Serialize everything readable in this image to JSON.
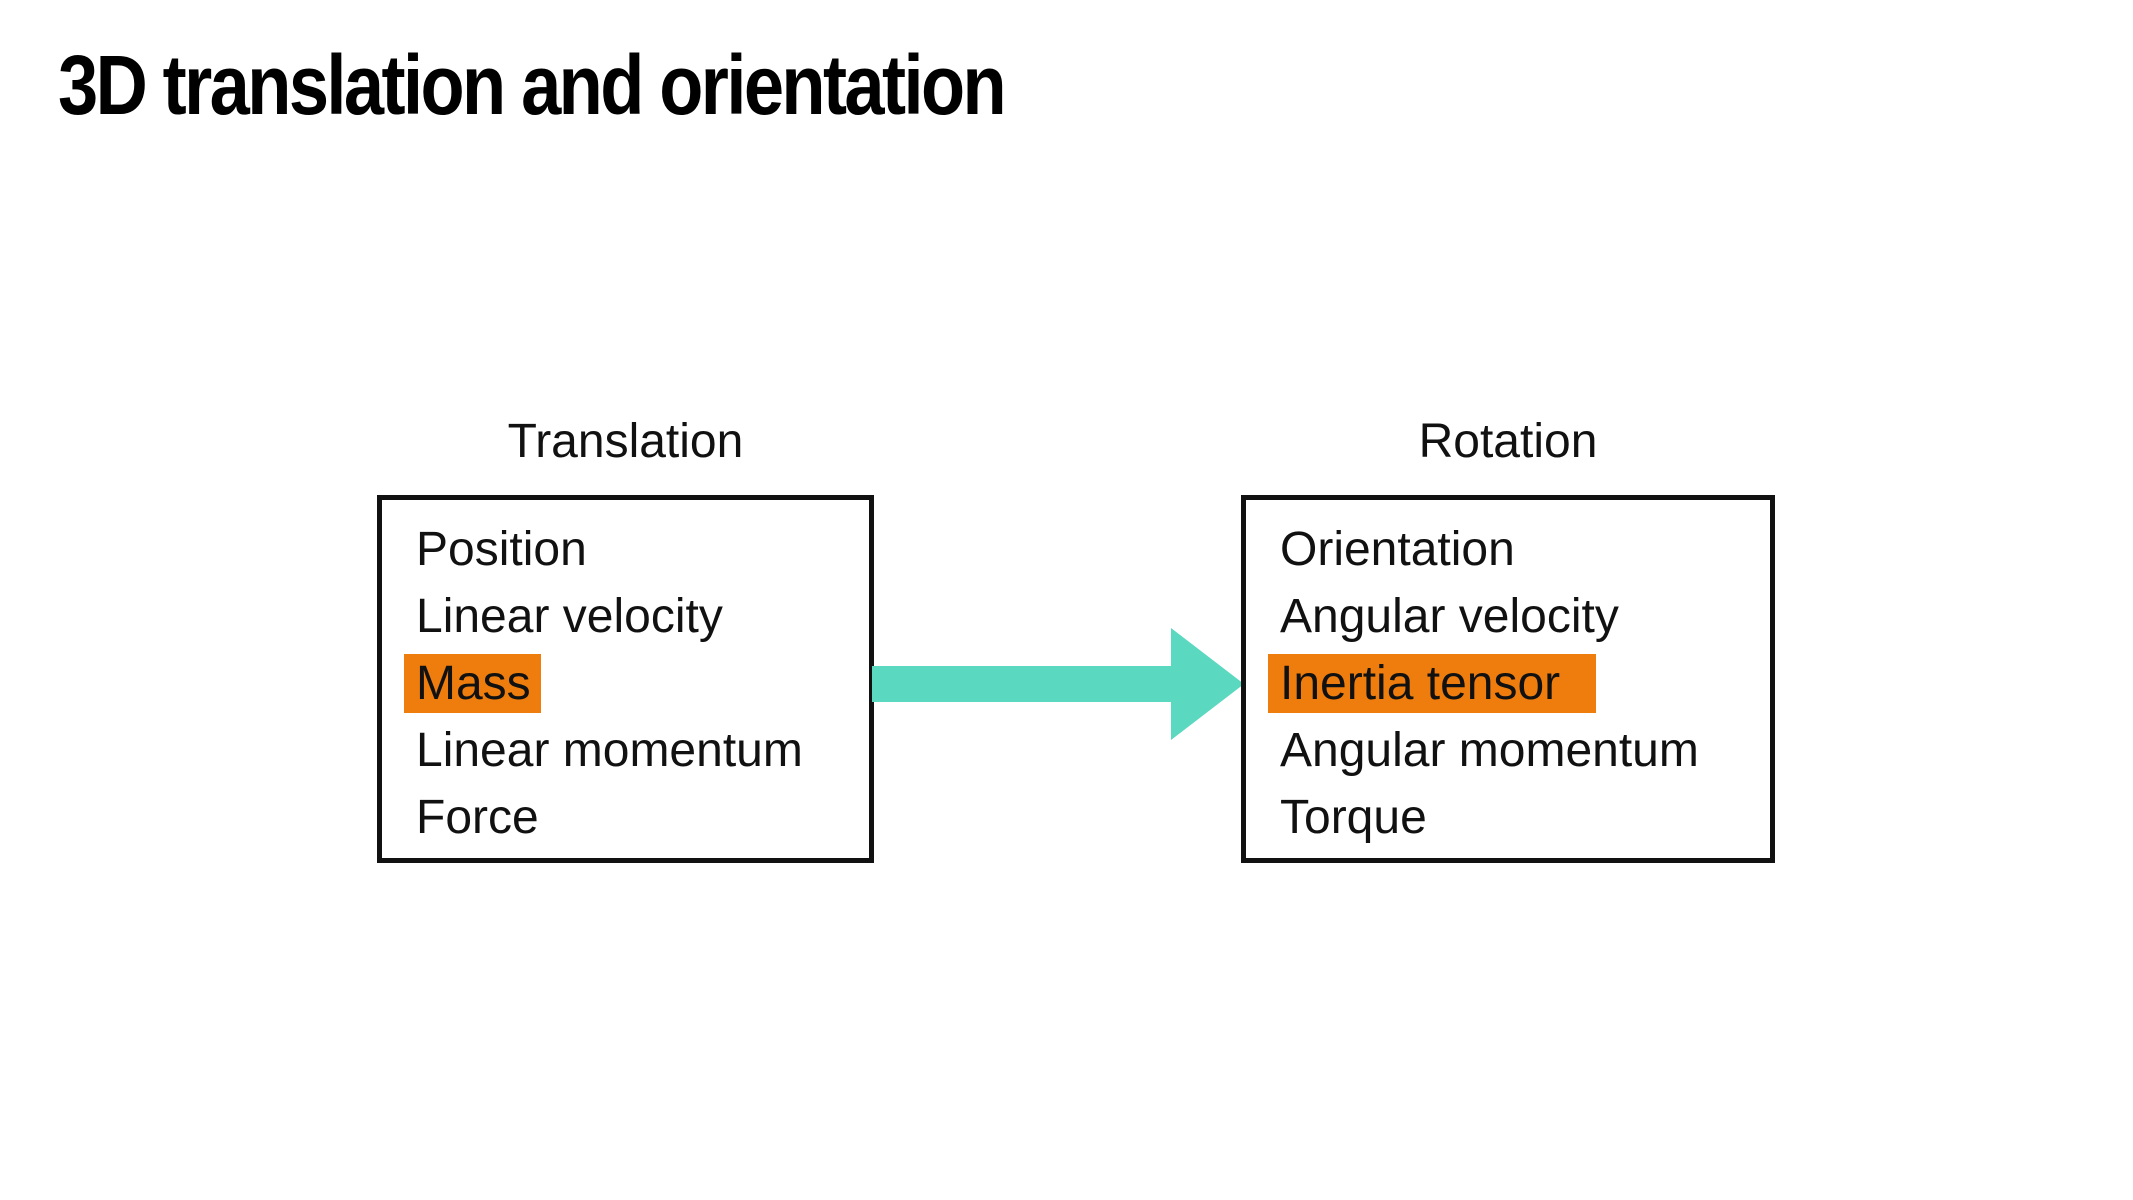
{
  "slide": {
    "title": "3D translation and orientation"
  },
  "translation": {
    "heading": "Translation",
    "items": [
      {
        "label": "Position",
        "highlighted": false
      },
      {
        "label": "Linear velocity",
        "highlighted": false
      },
      {
        "label": "Mass",
        "highlighted": true
      },
      {
        "label": "Linear momentum",
        "highlighted": false
      },
      {
        "label": "Force",
        "highlighted": false
      }
    ]
  },
  "rotation": {
    "heading": "Rotation",
    "items": [
      {
        "label": "Orientation",
        "highlighted": false
      },
      {
        "label": "Angular velocity",
        "highlighted": false
      },
      {
        "label": "Inertia tensor",
        "highlighted": true
      },
      {
        "label": "Angular momentum",
        "highlighted": false
      },
      {
        "label": "Torque",
        "highlighted": false
      }
    ]
  },
  "colors": {
    "highlight": "#ef7d0d",
    "arrow": "#5ad8c0",
    "border": "#111111",
    "text": "#111111"
  }
}
